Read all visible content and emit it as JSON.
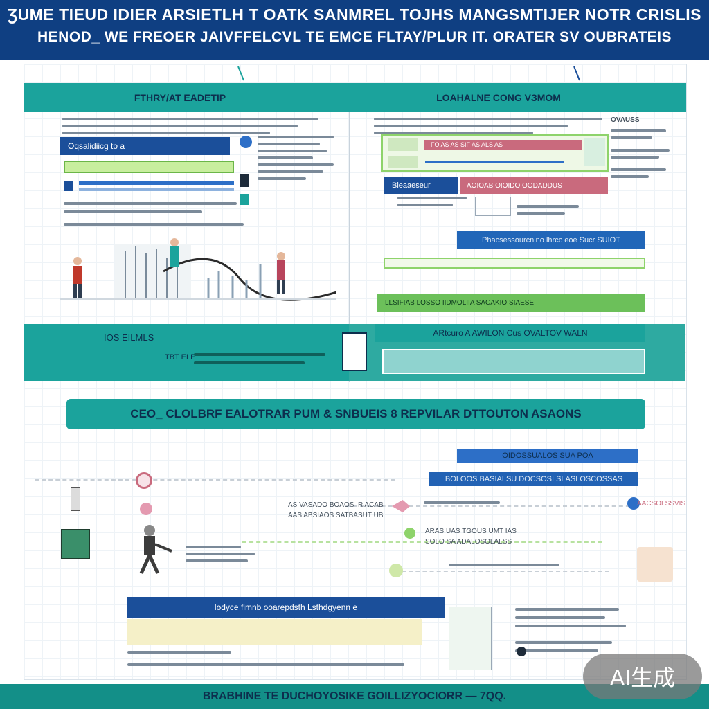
{
  "header": {
    "line1": "ƷUMЕ TIEUD IDIER ARSIETLH  T  OATK SANMREL TOJHS MANGSMTIJER NOTR CRISLIS",
    "line2": "HENOD_ WE FREOER  JAIVFFELCVL  TE EMCE FLTAY/PLUR  IT.  ORATER  SV OUBRATEIS"
  },
  "left_panel": {
    "title": "FTHRY/AT EADETIP",
    "navy_label": "Oqsalidiicg  to a",
    "teal_band_label": "IOS EILMLS",
    "teal_band_sub": "TBT ELE"
  },
  "right_panel": {
    "title": "LOAHALNE  CONG  VЗMOM",
    "pink_label": "FO AS AS SIF AS ALS AS",
    "navy_label": "Bieaaeseur",
    "pink_bar2_label": "AOIOAB  OIOIDO  OODADDUS",
    "blue_label": "Phacsessourcnino  lhrcc  eoe  Sucr  SUIOT",
    "green_label": "LLSIFIAB  LOSSO  IIDMOLIIA  SACAKIO  SIAESE",
    "teal_row_label": "ARtcuro  A   AWILON  Cus  OVALTOV  WALN",
    "side_label": "OVAUSS"
  },
  "middle_banner": "CEO_ CLOLBRF EALOTRAR PUM & SNBUEIS  8 REPVILAR  DTTOUTON ASAONS",
  "lower": {
    "blue1": "OIDOSSUALOS  SUA  POA",
    "blue2": "BOLOOS  BASIALSU  DOCSOSI SLASLOSCOSSAS",
    "navy_bar": "lodyce  fimnb  ooarepdsth  Lsthdgyenn  e",
    "side_pink_text": "AACSOLSSVIS",
    "mid_text1": "AS VASADO BOAOS  IR  ACAB",
    "mid_text2": "AAS ABSIAOS SATBASUT UB",
    "right_text1": "ARAS  UAS  TGOUS  UMT  IAS",
    "right_text2": "SOLO  SA  ADALOSOLALSS"
  },
  "footer": "BRABHINE TE DUCHOYOSIKE  GOILLIZYOCIORR — 7QQ.",
  "badge": "AI生成",
  "colors": {
    "header": "#0f3f82",
    "teal": "#1ba39c",
    "navy": "#1b4f9a",
    "blue": "#2d6fc7",
    "green": "#8ed36b",
    "pink": "#c96a7d",
    "footer": "#138f88"
  }
}
